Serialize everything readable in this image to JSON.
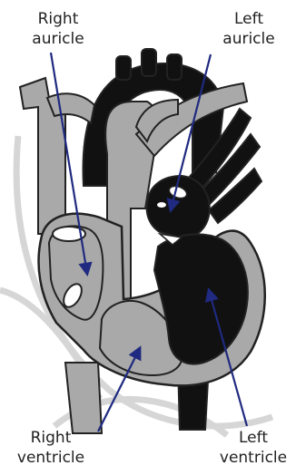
{
  "labels": {
    "right_auricle": {
      "line1": "Right",
      "line2": "auricle"
    },
    "left_auricle": {
      "line1": "Left",
      "line2": "auricle"
    },
    "right_ventricle": {
      "line1": "Right",
      "line2": "ventricle"
    },
    "left_ventricle": {
      "line1": "Left",
      "line2": "ventricle"
    }
  },
  "colors": {
    "arrow": "#1f2a80",
    "chamber_right": "#a9a9a9",
    "chamber_left": "#111111",
    "outline": "#222222",
    "watermark": "#cfcfcf"
  }
}
